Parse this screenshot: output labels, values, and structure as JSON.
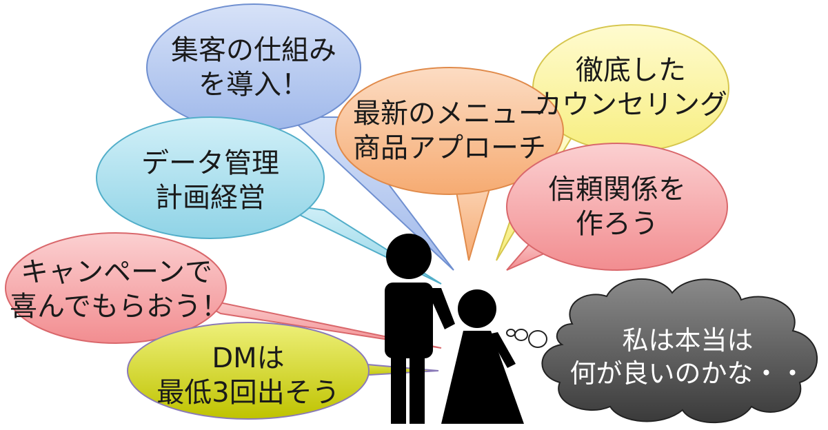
{
  "bubbles": {
    "shikumi": {
      "line1": "集客の仕組み",
      "line2": "を導入！",
      "color": "#b4c7ee",
      "border": "#6f8fd0"
    },
    "tettei": {
      "line1": "徹底した",
      "line2": "カウンセリング",
      "color": "#fbf59e",
      "border": "#d6c64e"
    },
    "saishin": {
      "line1": "最新のメニュー",
      "line2": "商品アプローチ",
      "color": "#f9c196",
      "border": "#e08a4a"
    },
    "data_kanri": {
      "line1": "データ管理",
      "line2": "計画経営",
      "color": "#a9e0ee",
      "border": "#52aec9"
    },
    "shinrai": {
      "line1": "信頼関係を",
      "line2": "作ろう",
      "color": "#f6a9ab",
      "border": "#d9676b"
    },
    "campaign": {
      "line1": "キャンペーンで",
      "line2": "喜んでもらおう！",
      "color": "#f6a9ab",
      "border": "#d9676b"
    },
    "dm": {
      "line1": "DMは",
      "line2": "最低3回出そう",
      "color": "#d5d80a",
      "border": "#8a7ab8"
    }
  },
  "thought": {
    "line1": "私は本当は",
    "line2": "何が良いのかな・・",
    "color": "#555555",
    "border": "#222222"
  },
  "figures": {
    "color": "#000000"
  }
}
